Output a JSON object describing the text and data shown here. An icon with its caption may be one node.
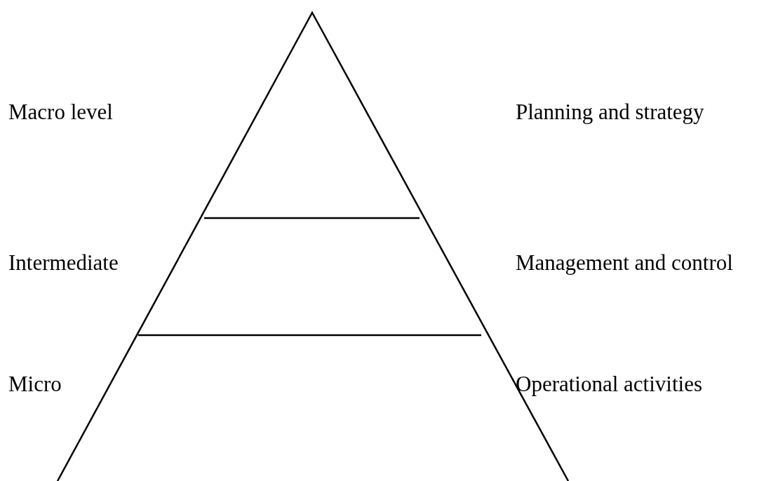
{
  "diagram": {
    "labels": [
      "Macro level",
      "Planning and strategy",
      "Intermediate",
      "Management and control",
      "Micro",
      "Operational activities"
    ]
  }
}
